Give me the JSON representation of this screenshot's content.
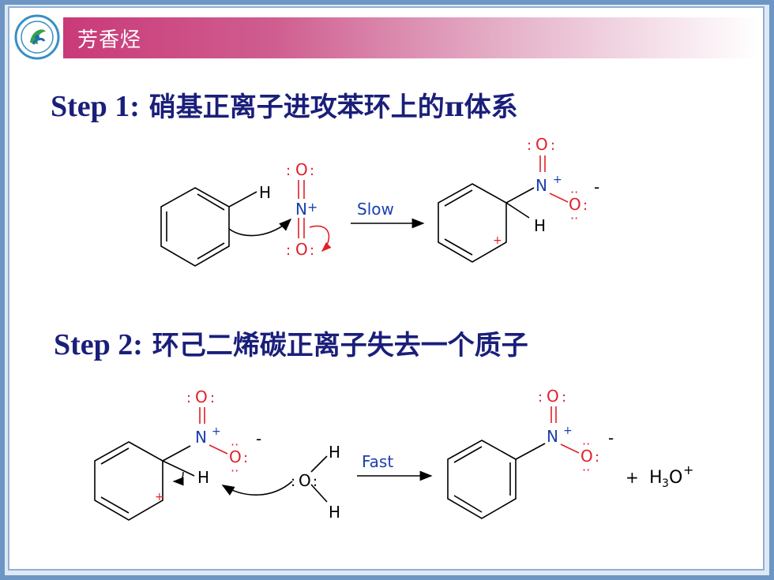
{
  "header": {
    "title": "芳香烃"
  },
  "step1": {
    "prefix": "Step 1:",
    "text": "硝基正离子进攻苯环上的π体系",
    "arrow_label": "Slow"
  },
  "step2": {
    "prefix": "Step 2:",
    "text": "环己二烯碳正离子失去一个质子",
    "arrow_label": "Fast"
  },
  "atoms": {
    "H": "H",
    "O": "O",
    "N": "N",
    "plus": "+",
    "minus": "-",
    "hydronium_base": "H",
    "hydronium_sub": "3",
    "hydronium_end": "O",
    "plus_sign": "+"
  },
  "colors": {
    "accent": "#1a1f7a",
    "header": "#c93a78",
    "atom_red": "#e0202a",
    "label_blue": "#1a3fb0"
  }
}
